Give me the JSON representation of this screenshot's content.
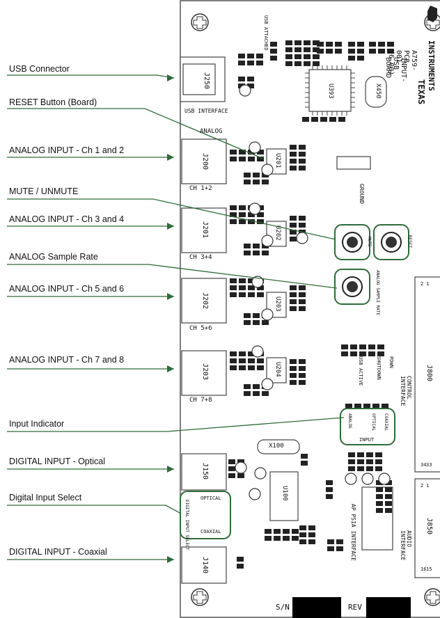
{
  "callouts": [
    {
      "id": "usb-connector",
      "text": "USB Connector"
    },
    {
      "id": "reset-button",
      "text": "RESET Button (Board)"
    },
    {
      "id": "analog-input-ch12",
      "text": "ANALOG INPUT - Ch 1 and 2"
    },
    {
      "id": "mute-unmute",
      "text": "MUTE / UNMUTE"
    },
    {
      "id": "analog-input-ch34",
      "text": "ANALOG INPUT - Ch 3 and 4"
    },
    {
      "id": "analog-sample-rate",
      "text": "ANALOG Sample Rate"
    },
    {
      "id": "analog-input-ch56",
      "text": "ANALOG INPUT - Ch 5 and 6"
    },
    {
      "id": "analog-input-ch78",
      "text": "ANALOG INPUT - Ch 7 and 8"
    },
    {
      "id": "input-indicator",
      "text": "Input Indicator"
    },
    {
      "id": "digital-input-optical",
      "text": "DIGITAL INPUT - Optical"
    },
    {
      "id": "digital-input-select",
      "text": "Digital Input Select"
    },
    {
      "id": "digital-input-coaxial",
      "text": "DIGITAL INPUT - Coaxial"
    }
  ],
  "board": {
    "brand_line1": "TEXAS",
    "brand_line2": "INSTRUMENTS",
    "part_number": "A759-PCB-001 (6.00)",
    "board_name": "INPUT-USB BOARD",
    "usb_attached": "USB ATTACHED",
    "usb_interface": "USB INTERFACE",
    "analog": "ANALOG",
    "ground": "GROUND",
    "connectors": {
      "j250": "J250",
      "j200": "J200",
      "j201": "J201",
      "j202": "J202",
      "j203": "J203",
      "j150": "J150",
      "j140": "J140",
      "j800": "J800",
      "j850": "J850"
    },
    "channel_labels": [
      "CH 1+2",
      "CH 3+4",
      "CH 5+6",
      "CH 7+8"
    ],
    "chips": {
      "u393": "U393",
      "x450": "X450",
      "u201": "U201",
      "u202": "U202",
      "u203": "U203",
      "u204": "U204",
      "x100": "X100",
      "u100": "U100"
    },
    "switch_labels": {
      "mute": "MUTE",
      "reset": "RESET",
      "rate": "ANALOG SAMPLE RATE"
    },
    "interface_labels": {
      "control": "CONTROL INTERFACE",
      "audio": "AUDIO INTERFACE",
      "ap_psia": "AP PSIA INTERFACE"
    },
    "input_group": {
      "title": "INPUT",
      "items": [
        "ANALOG",
        "OPTICAL",
        "COAXIAL"
      ]
    },
    "digital_select": {
      "title": "DIGITAL INPUT SELECT",
      "optical": "OPTICAL",
      "coaxial": "COAXIAL"
    },
    "status_labels": [
      "USB ACTIVE",
      "PDWN",
      "SHUTDOWN"
    ],
    "serial_label": "S/N",
    "rev_label": "REV",
    "pin_numbers": [
      "2",
      "1",
      "34",
      "33",
      "2",
      "1",
      "16",
      "15"
    ]
  },
  "colors": {
    "leader": "#2e6b3a",
    "text": "#111111",
    "board_line": "#444444",
    "highlight": "#2e6b3a"
  }
}
